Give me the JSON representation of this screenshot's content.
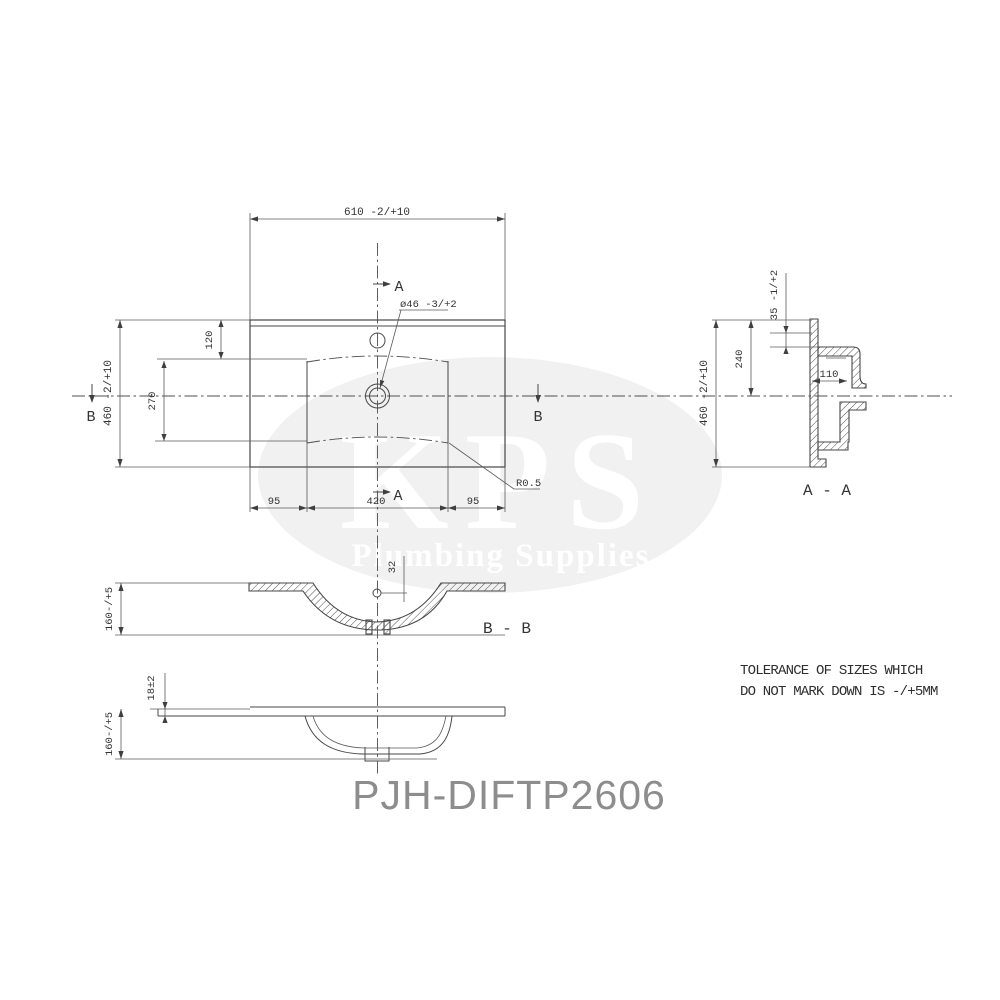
{
  "watermark": {
    "brand": "KPS",
    "subtitle": "Plumbing Supplies",
    "oval_color": "#f1f1f1",
    "text_color": "#ffffff"
  },
  "product_code": "PJH-DIFTP2606",
  "tolerance_note": {
    "line1": "TOLERANCE OF SIZES WHICH",
    "line2": "DO NOT MARK DOWN IS -/+5MM"
  },
  "plan_view": {
    "width_dim": "610 -2/+10",
    "depth_dim": "460 -2/+10",
    "deck_offset_dim": "120",
    "bowl_depth_dim": "270",
    "left_margin_dim": "95",
    "bowl_width_dim": "420",
    "right_margin_dim": "95",
    "tap_hole_dim": "ø46 -3/+2",
    "radius_dim": "R0.5",
    "marker_a": "A",
    "marker_b": "B"
  },
  "section_aa": {
    "label": "A - A",
    "height_dim": "460 -2/+10",
    "bowl_height_dim": "240",
    "rim_dim": "35 -1/+2",
    "drain_dim": "110"
  },
  "section_bb": {
    "label": "B - B",
    "height_dim": "160-/+5",
    "tap_offset_dim": "32"
  },
  "side_view": {
    "slab_thickness_dim": "18±2",
    "height_dim": "160-/+5"
  },
  "colors": {
    "line": "#474747",
    "text": "#333333",
    "code_gray": "#8d8d8d"
  }
}
